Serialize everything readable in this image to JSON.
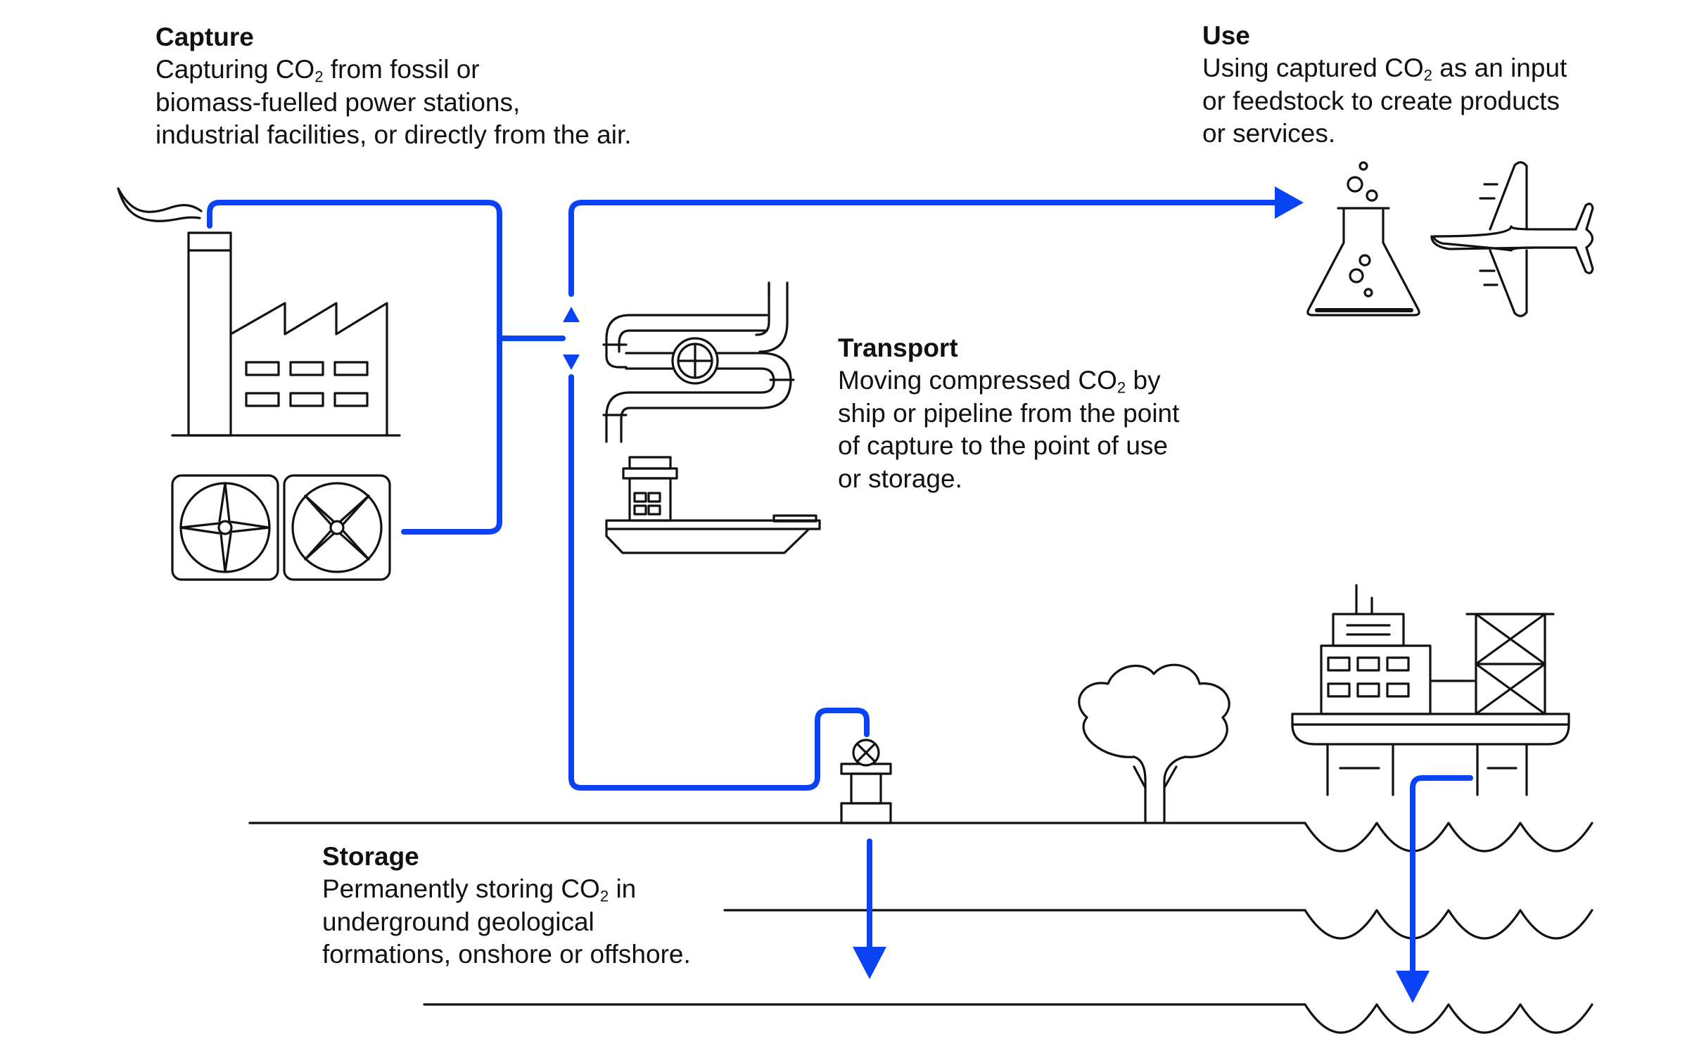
{
  "capture": {
    "heading": "Capture",
    "line1_pre": "Capturing CO",
    "sub": "2",
    "line1_post": " from fossil or",
    "line2": "biomass-fuelled power stations,",
    "line3": "industrial facilities, or directly from the air."
  },
  "use": {
    "heading": "Use",
    "line1_pre": "Using captured CO",
    "sub": "2",
    "line1_post": " as an input",
    "line2": "or feedstock to create products",
    "line3": "or services."
  },
  "transport": {
    "heading": "Transport",
    "line1_pre": "Moving compressed CO",
    "sub": "2",
    "line1_post": " by",
    "line2": "ship or pipeline from the point",
    "line3": "of capture to the point of use",
    "line4": "or storage."
  },
  "storage": {
    "heading": "Storage",
    "line1_pre": "Permanently storing CO",
    "sub": "2",
    "line1_post": " in",
    "line2": "underground geological",
    "line3": "formations, onshore or offshore."
  },
  "colors": {
    "flow": "#0a43f5",
    "line_art": "#111111",
    "background": "#ffffff"
  },
  "icons": [
    "smoke-icon",
    "factory-icon",
    "direct-air-capture-fans-icon",
    "pipeline-icon",
    "ship-icon",
    "flask-icon",
    "airplane-icon",
    "wellhead-icon",
    "tree-icon",
    "offshore-platform-icon",
    "sea-waves-icon"
  ]
}
